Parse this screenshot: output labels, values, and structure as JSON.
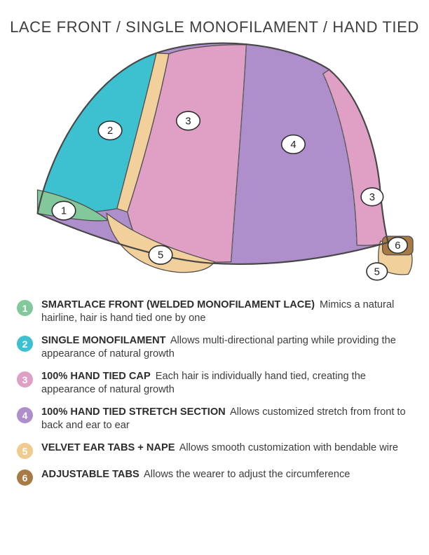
{
  "title": "LACE FRONT / SINGLE MONOFILAMENT / HAND TIED",
  "colors": {
    "green": "#82c89a",
    "teal": "#3dc0cf",
    "pink": "#e09fc4",
    "purple": "#ae8ecb",
    "tan": "#f2d09c",
    "brown": "#a87a45",
    "dash": "#6b6b6b"
  },
  "diagram": {
    "callouts": [
      "1",
      "2",
      "3",
      "4",
      "3",
      "5",
      "5",
      "6"
    ]
  },
  "legend": {
    "items": [
      {
        "num": "1",
        "color": "#82c89a",
        "title": "SMARTLACE FRONT (WELDED MONOFILAMENT LACE)",
        "desc": "Mimics a natural hairline, hair is hand tied one by one"
      },
      {
        "num": "2",
        "color": "#3dc0cf",
        "title": "SINGLE MONOFILAMENT",
        "desc": "Allows multi-directional parting while providing the appearance of natural growth"
      },
      {
        "num": "3",
        "color": "#e09fc4",
        "title": "100% HAND TIED CAP",
        "desc": "Each hair is individually hand tied, creating the appearance of natural growth"
      },
      {
        "num": "4",
        "color": "#ae8ecb",
        "title": "100% HAND TIED STRETCH SECTION",
        "desc": "Allows customized stretch from front to back and ear to ear"
      },
      {
        "num": "5",
        "color": "#f0cb90",
        "title": "VELVET EAR TABS + NAPE",
        "desc": "Allows smooth customization with bendable wire"
      },
      {
        "num": "6",
        "color": "#a87a45",
        "title": "ADJUSTABLE TABS",
        "desc": "Allows the wearer to adjust the circumference"
      }
    ]
  }
}
